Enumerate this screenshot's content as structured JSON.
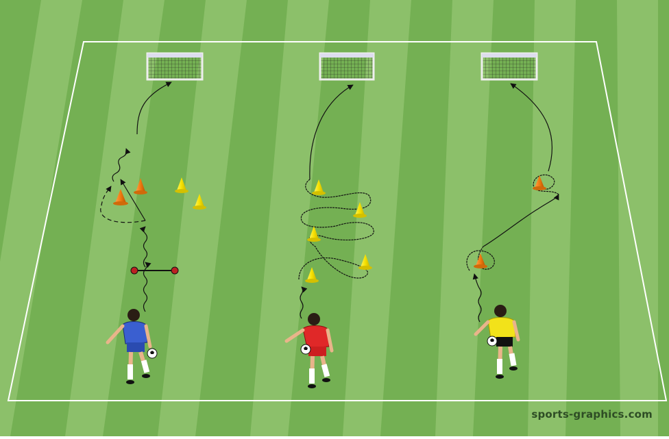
{
  "watermark": "sports-graphics.com",
  "top_text": "",
  "colors": {
    "grass_light": "#8cc06a",
    "grass_dark": "#6fae4e",
    "line": "#ffffff",
    "cone_yellow": "#f5e000",
    "cone_orange": "#f07a10",
    "path": "#1a1a1a",
    "player_blue": "#3a5fd0",
    "player_red": "#e02828",
    "player_yellow": "#f2e21a"
  },
  "lanes": [
    {
      "name": "left-lane",
      "player": "blue",
      "cones": [
        "orange",
        "orange",
        "yellow",
        "yellow"
      ],
      "gate_markers": 2
    },
    {
      "name": "middle-lane",
      "player": "red",
      "cones": [
        "yellow",
        "yellow",
        "yellow",
        "yellow",
        "yellow"
      ]
    },
    {
      "name": "right-lane",
      "player": "yellow",
      "cones": [
        "orange",
        "orange"
      ]
    }
  ]
}
